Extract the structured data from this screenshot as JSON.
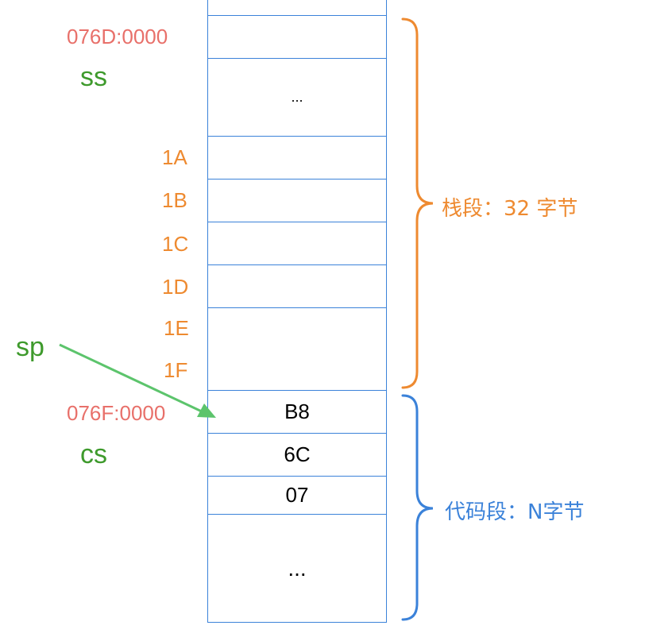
{
  "stack_segment": {
    "start_address": "076D:0000",
    "register": "ss",
    "offsets": [
      "1A",
      "1B",
      "1C",
      "1D",
      "1E",
      "1F"
    ],
    "ellipsis": "...",
    "label": "栈段：32 字节",
    "color": "#ee8a30"
  },
  "code_segment": {
    "start_address": "076F:0000",
    "register": "cs",
    "bytes": [
      "B8",
      "6C",
      "07"
    ],
    "ellipsis": "...",
    "label": "代码段：N字节",
    "color": "#3b82d9"
  },
  "pointer": {
    "register": "sp",
    "color": "#5cc46c"
  },
  "colors": {
    "address": "#e8706a",
    "register": "#3e9a2c",
    "cell_border": "#3b82d9"
  }
}
